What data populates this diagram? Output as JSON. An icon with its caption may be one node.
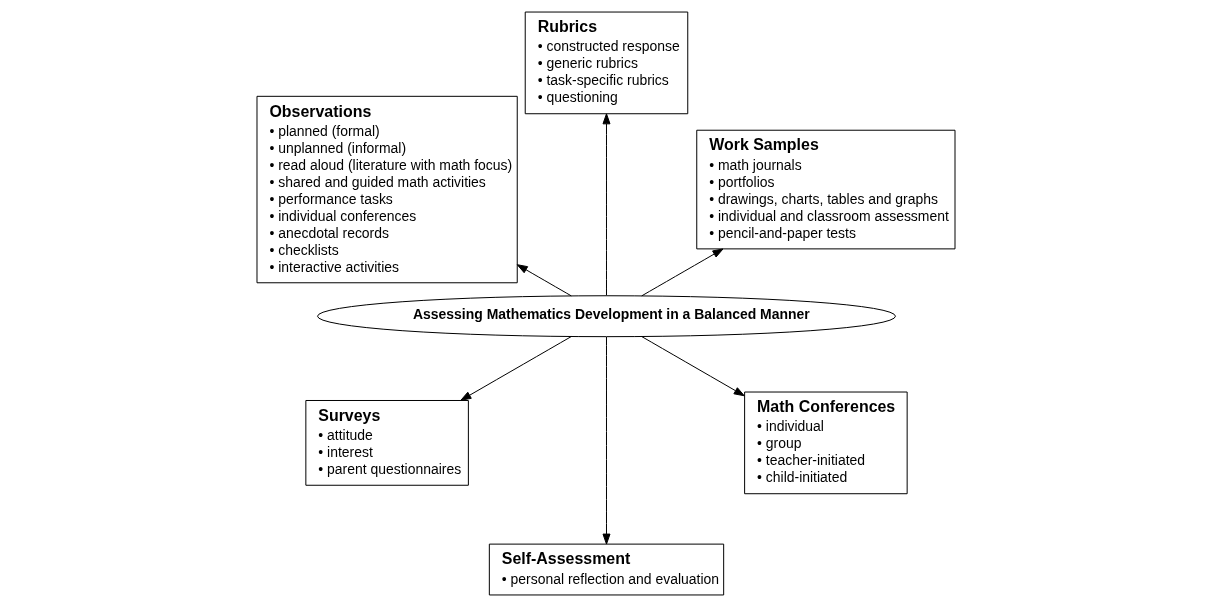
{
  "diagram": {
    "nodes": [
      {
        "text": [
          "Assessing Mathematics Development in a Balanced Manner"
        ]
      },
      {
        "text": [
          "Work Samples",
          "• math journals",
          "• portfolios",
          "• drawings, charts, tables and graphs",
          "• individual and classroom assessment",
          "• pencil-and-paper tests"
        ]
      },
      {
        "text": [
          "Rubrics",
          "• constructed response",
          "• generic rubrics",
          "• task-specific rubrics",
          "• questioning"
        ]
      },
      {
        "text": [
          "Observations",
          "• planned (formal)",
          "• unplanned (informal)",
          "• read aloud (literature with math focus)",
          "• shared and guided math activities",
          "• performance tasks",
          "• individual conferences",
          "• anecdotal records",
          "• checklists",
          "• interactive activities"
        ]
      },
      {
        "text": [
          "Surveys",
          "• attitude",
          "• interest",
          "• parent questionnaires"
        ]
      },
      {
        "text": [
          "Self-Assessment",
          "• personal reflection and evaluation"
        ]
      },
      {
        "text": [
          "Math Conferences",
          "• individual",
          "• group",
          "• teacher-initiated",
          "• child-initiated"
        ]
      }
    ],
    "edges": [
      {
        "from": 0,
        "to": 1,
        "arrow": "to"
      },
      {
        "from": 0,
        "to": 2,
        "arrow": "to"
      },
      {
        "from": 0,
        "to": 3,
        "arrow": "to"
      },
      {
        "from": 0,
        "to": 4,
        "arrow": "to"
      },
      {
        "from": 0,
        "to": 5,
        "arrow": "to"
      },
      {
        "from": 0,
        "to": 6,
        "arrow": "to"
      }
    ]
  }
}
